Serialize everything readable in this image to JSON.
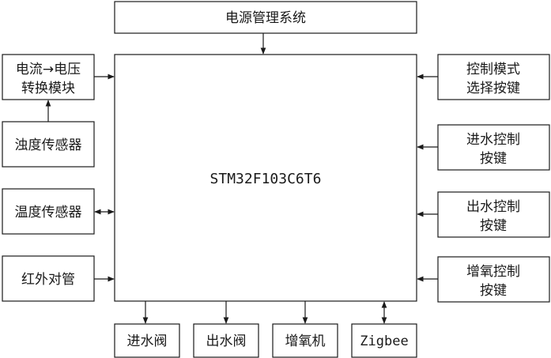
{
  "blocks": {
    "power": "电源管理系统",
    "mcu": "STM32F103C6T6",
    "converter_line1": "电流→电压",
    "converter_line2": "转换模块",
    "turbidity": "浊度传感器",
    "temperature": "温度传感器",
    "infrared": "红外对管",
    "mode_key_line1": "控制模式",
    "mode_key_line2": "选择按键",
    "inlet_key_line1": "进水控制",
    "inlet_key_line2": "按键",
    "outlet_key_line1": "出水控制",
    "outlet_key_line2": "按键",
    "oxygen_key_line1": "增氧控制",
    "oxygen_key_line2": "按键",
    "inlet_valve": "进水阀",
    "outlet_valve": "出水阀",
    "aerator": "增氧机",
    "zigbee": "Zigbee"
  }
}
